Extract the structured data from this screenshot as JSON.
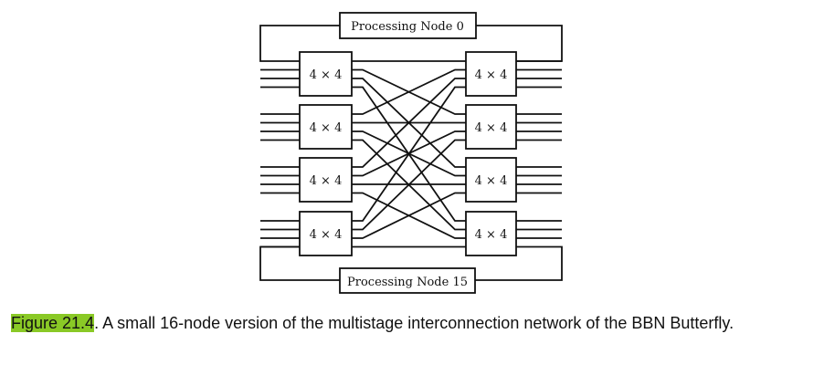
{
  "diagram": {
    "top_node_label": "Processing Node 0",
    "bottom_node_label": "Processing Node 15",
    "switch_label": "4 × 4",
    "left_switches": [
      "4 × 4",
      "4 × 4",
      "4 × 4",
      "4 × 4"
    ],
    "right_switches": [
      "4 × 4",
      "4 × 4",
      "4 × 4",
      "4 × 4"
    ],
    "ports_per_switch": 4,
    "stages": 2,
    "connection_rule": "left switch i port j connects to right switch j port i"
  },
  "caption": {
    "figure_ref": "Figure 21.4",
    "text": ". A small 16-node version of the multistage interconnection network of the BBN Butterfly.",
    "highlight_color": "#8ac926"
  }
}
